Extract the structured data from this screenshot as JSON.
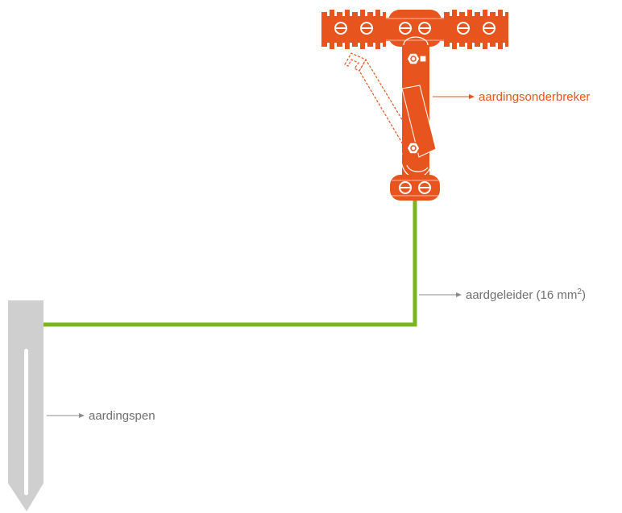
{
  "colors": {
    "orange": "#e8541e",
    "green": "#7ab51d",
    "gray": "#cfcfcf",
    "arrow_gray": "#8c8c8c",
    "text_gray": "#6f6f6f",
    "white": "#ffffff"
  },
  "labels": {
    "breaker": "aardingsonderbreker",
    "conductor": "aardgeleider (16 mm",
    "conductor_sup": "2",
    "conductor_close": ")",
    "rod": "aardingspen"
  }
}
